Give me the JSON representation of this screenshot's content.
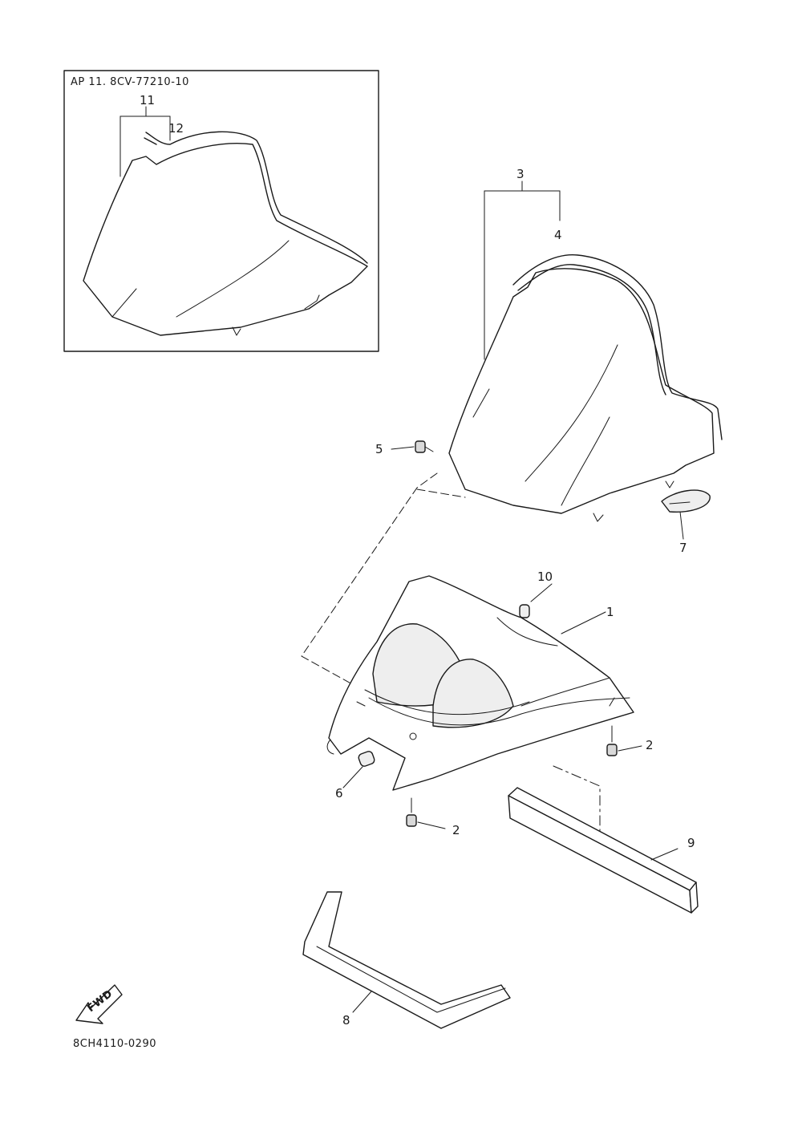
{
  "inset": {
    "header": "AP  11. 8CV-77210-10",
    "labels": {
      "part11": "11",
      "part12": "12"
    }
  },
  "callouts": {
    "p1": "1",
    "p2a": "2",
    "p2b": "2",
    "p3": "3",
    "p4": "4",
    "p5": "5",
    "p6": "6",
    "p7": "7",
    "p8": "8",
    "p9": "9",
    "p10": "10"
  },
  "fwd_arrow": {
    "text": "FWD"
  },
  "diagram_code": "8CH4110-0290"
}
